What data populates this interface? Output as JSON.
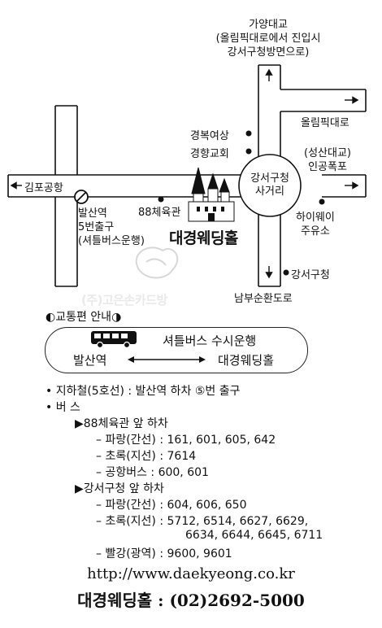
{
  "map": {
    "north_top": [
      "가양대교",
      "(올림픽대로에서 진입시",
      "강서구청방면으로)"
    ],
    "olympic_road": "올림픽대로",
    "gyeongbok": "경복여상",
    "gyeonghyang": "경향교회",
    "seongsan": [
      "(성산대교)",
      "인공폭포"
    ],
    "gimpo": "김포공항",
    "junction": [
      "강서구청",
      "사거리"
    ],
    "stadium": "88체육관",
    "balsan": [
      "발산역",
      "5번출구",
      "(셔틀버스운행)"
    ],
    "venue": "대경웨딩홀",
    "highway": [
      "하이웨이",
      "주유소"
    ],
    "gangseo_office": "강서구청",
    "nambu": "남부순환도로",
    "watermark": "(주)고은손카드방"
  },
  "transport": {
    "heading": "◐교통편 안내◑",
    "shuttle_title": "셔틀버스 수시운행",
    "shuttle_from": "발산역",
    "shuttle_to": "대경웨딩홀",
    "lines": [
      "• 지하철(5호선) : 발산역 하차 ⑤번 출구",
      "• 버  스",
      "▶88체육관 앞 하차",
      "– 파랑(간선) : 161, 601, 605, 642",
      "– 초록(지선) : 7614",
      "– 공항버스 : 600, 601",
      "▶강서구청 앞 하차",
      "– 파랑(간선) : 604, 606, 650",
      "– 초록(지선) : 5712, 6514, 6627, 6629,",
      "6634, 6644, 6645, 6711",
      "– 빨강(광역) : 9600, 9601"
    ]
  },
  "footer": {
    "url": "http://www.daekyeong.co.kr",
    "contact": "대경웨딩홀 : (02)2692-5000"
  },
  "colors": {
    "ink": "#111111",
    "watermark": "#e6e6e6"
  },
  "icons": [
    "arrow-up-icon",
    "arrow-right-icon",
    "arrow-left-icon",
    "arrow-down-icon",
    "subway-icon",
    "castle-icon",
    "bus-icon",
    "double-arrow-icon",
    "watermark-logo-icon"
  ]
}
